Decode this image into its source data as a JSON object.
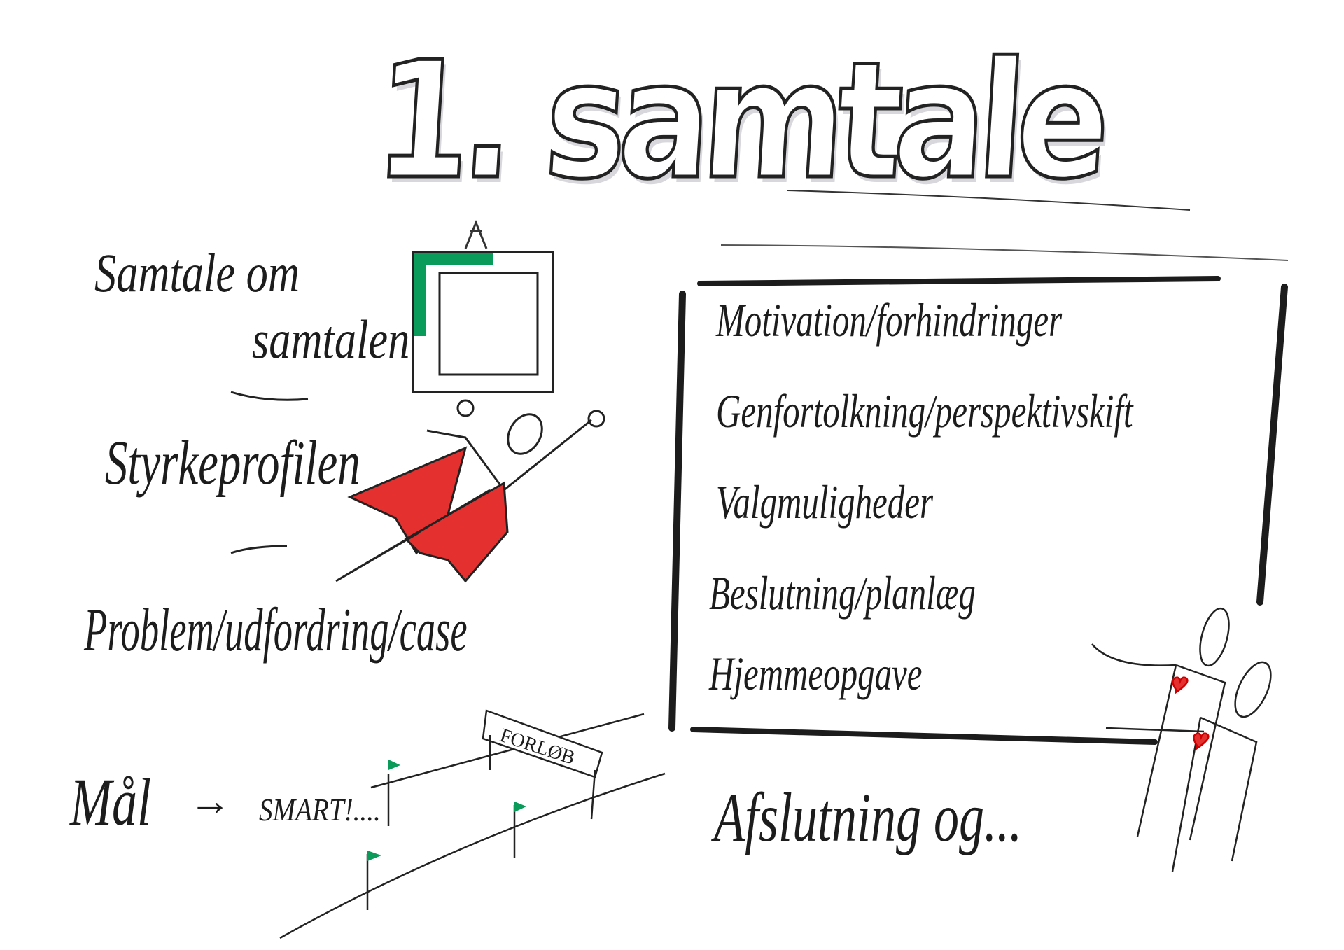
{
  "title": "1. samtale",
  "left_items": [
    {
      "line1": "Samtale om",
      "line2": "samtalen"
    },
    {
      "label": "Styrkeprofilen"
    },
    {
      "label": "Problem/udfordring/case"
    },
    {
      "label": "Mål",
      "arrow": "→",
      "smart": "SMART!...."
    }
  ],
  "banner": "FORLØB",
  "box_items": [
    "Motivation/forhindringer",
    "Genfortolkning/perspektivskift",
    "Valgmuligheder",
    "Beslutning/planlæg",
    "Hjemmeopgave"
  ],
  "closing": "Afslutning og...",
  "colors": {
    "green": "#0a9a5a",
    "red": "#e53030",
    "ink": "#1c1c1c"
  }
}
